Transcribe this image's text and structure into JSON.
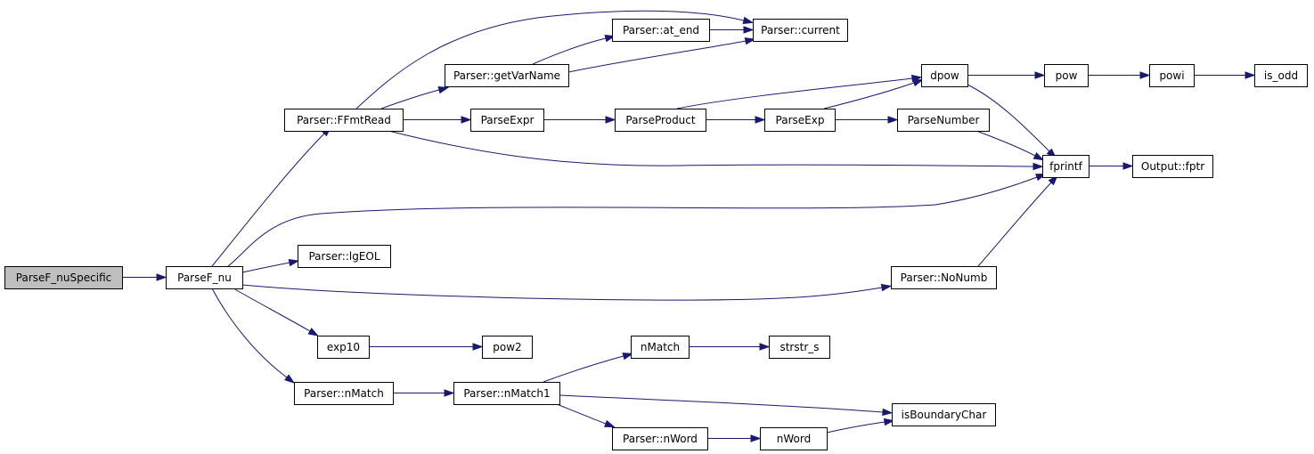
{
  "colors": {
    "edge": "#191970",
    "node_border": "#000000",
    "node_fill": "#ffffff",
    "root_fill": "#bfbfbf",
    "background": "#ffffff"
  },
  "nodes": [
    {
      "id": "n_parsef_nuspecific",
      "label": "ParseF_nuSpecific",
      "root": true
    },
    {
      "id": "n_parsef_nu",
      "label": "ParseF_nu"
    },
    {
      "id": "n_ffmtread",
      "label": "Parser::FFmtRead"
    },
    {
      "id": "n_lgeol",
      "label": "Parser::lgEOL"
    },
    {
      "id": "n_exp10",
      "label": "exp10"
    },
    {
      "id": "n_parser_nmatch",
      "label": "Parser::nMatch"
    },
    {
      "id": "n_getvarname",
      "label": "Parser::getVarName"
    },
    {
      "id": "n_parseexpr",
      "label": "ParseExpr"
    },
    {
      "id": "n_at_end",
      "label": "Parser::at_end"
    },
    {
      "id": "n_current",
      "label": "Parser::current"
    },
    {
      "id": "n_parseproduct",
      "label": "ParseProduct"
    },
    {
      "id": "n_parseexp",
      "label": "ParseExp"
    },
    {
      "id": "n_dpow",
      "label": "dpow"
    },
    {
      "id": "n_parsenumber",
      "label": "ParseNumber"
    },
    {
      "id": "n_pow",
      "label": "pow"
    },
    {
      "id": "n_powi",
      "label": "powi"
    },
    {
      "id": "n_is_odd",
      "label": "is_odd"
    },
    {
      "id": "n_fprintf",
      "label": "fprintf"
    },
    {
      "id": "n_fptr",
      "label": "Output::fptr"
    },
    {
      "id": "n_nonumb",
      "label": "Parser::NoNumb"
    },
    {
      "id": "n_pow2",
      "label": "pow2"
    },
    {
      "id": "n_nmatch1",
      "label": "Parser::nMatch1"
    },
    {
      "id": "n_nmatch",
      "label": "nMatch"
    },
    {
      "id": "n_strstr_s",
      "label": "strstr_s"
    },
    {
      "id": "n_isboundarychar",
      "label": "isBoundaryChar"
    },
    {
      "id": "n_parser_nword",
      "label": "Parser::nWord"
    },
    {
      "id": "n_nword",
      "label": "nWord"
    }
  ],
  "edges": [
    [
      "n_parsef_nuspecific",
      "n_parsef_nu"
    ],
    [
      "n_parsef_nu",
      "n_ffmtread"
    ],
    [
      "n_parsef_nu",
      "n_fprintf"
    ],
    [
      "n_parsef_nu",
      "n_lgeol"
    ],
    [
      "n_parsef_nu",
      "n_nonumb"
    ],
    [
      "n_parsef_nu",
      "n_exp10"
    ],
    [
      "n_parsef_nu",
      "n_parser_nmatch"
    ],
    [
      "n_ffmtread",
      "n_current"
    ],
    [
      "n_ffmtread",
      "n_getvarname"
    ],
    [
      "n_ffmtread",
      "n_parseexpr"
    ],
    [
      "n_ffmtread",
      "n_fprintf"
    ],
    [
      "n_getvarname",
      "n_at_end"
    ],
    [
      "n_getvarname",
      "n_current"
    ],
    [
      "n_at_end",
      "n_current"
    ],
    [
      "n_parseexpr",
      "n_parseproduct"
    ],
    [
      "n_parseproduct",
      "n_dpow"
    ],
    [
      "n_parseproduct",
      "n_parseexp"
    ],
    [
      "n_parseexp",
      "n_dpow"
    ],
    [
      "n_parseexp",
      "n_parsenumber"
    ],
    [
      "n_dpow",
      "n_pow"
    ],
    [
      "n_dpow",
      "n_fprintf"
    ],
    [
      "n_pow",
      "n_powi"
    ],
    [
      "n_powi",
      "n_is_odd"
    ],
    [
      "n_parsenumber",
      "n_fprintf"
    ],
    [
      "n_fprintf",
      "n_fptr"
    ],
    [
      "n_nonumb",
      "n_fprintf"
    ],
    [
      "n_exp10",
      "n_pow2"
    ],
    [
      "n_parser_nmatch",
      "n_nmatch1"
    ],
    [
      "n_nmatch1",
      "n_nmatch"
    ],
    [
      "n_nmatch1",
      "n_isboundarychar"
    ],
    [
      "n_nmatch1",
      "n_parser_nword"
    ],
    [
      "n_nmatch",
      "n_strstr_s"
    ],
    [
      "n_parser_nword",
      "n_nword"
    ],
    [
      "n_nword",
      "n_isboundarychar"
    ]
  ]
}
